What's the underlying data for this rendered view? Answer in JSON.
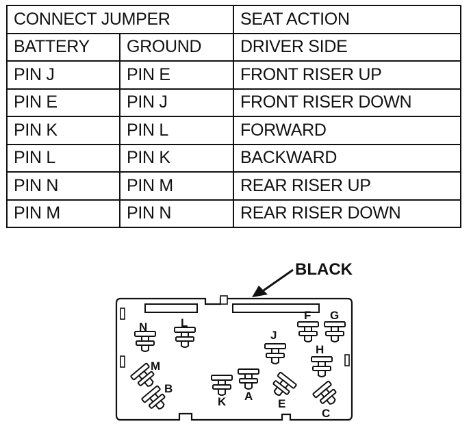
{
  "table": {
    "header": {
      "connect_jumper": "CONNECT JUMPER",
      "seat_action": "SEAT ACTION"
    },
    "subheader": {
      "battery": "BATTERY",
      "ground": "GROUND",
      "side": "DRIVER SIDE"
    },
    "rows": [
      {
        "battery": "PIN J",
        "ground": "PIN E",
        "action": "FRONT RISER UP"
      },
      {
        "battery": "PIN E",
        "ground": "PIN J",
        "action": "FRONT RISER DOWN"
      },
      {
        "battery": "PIN K",
        "ground": "PIN L",
        "action": "FORWARD"
      },
      {
        "battery": "PIN L",
        "ground": "PIN K",
        "action": "BACKWARD"
      },
      {
        "battery": "PIN N",
        "ground": "PIN M",
        "action": "REAR RISER UP"
      },
      {
        "battery": "PIN M",
        "ground": "PIN N",
        "action": "REAR RISER DOWN"
      }
    ]
  },
  "connector": {
    "callout": "BLACK",
    "pins": {
      "N": "N",
      "L": "L",
      "M": "M",
      "B": "B",
      "K": "K",
      "A": "A",
      "J": "J",
      "E": "E",
      "F": "F",
      "G": "G",
      "H": "H",
      "C": "C"
    }
  }
}
